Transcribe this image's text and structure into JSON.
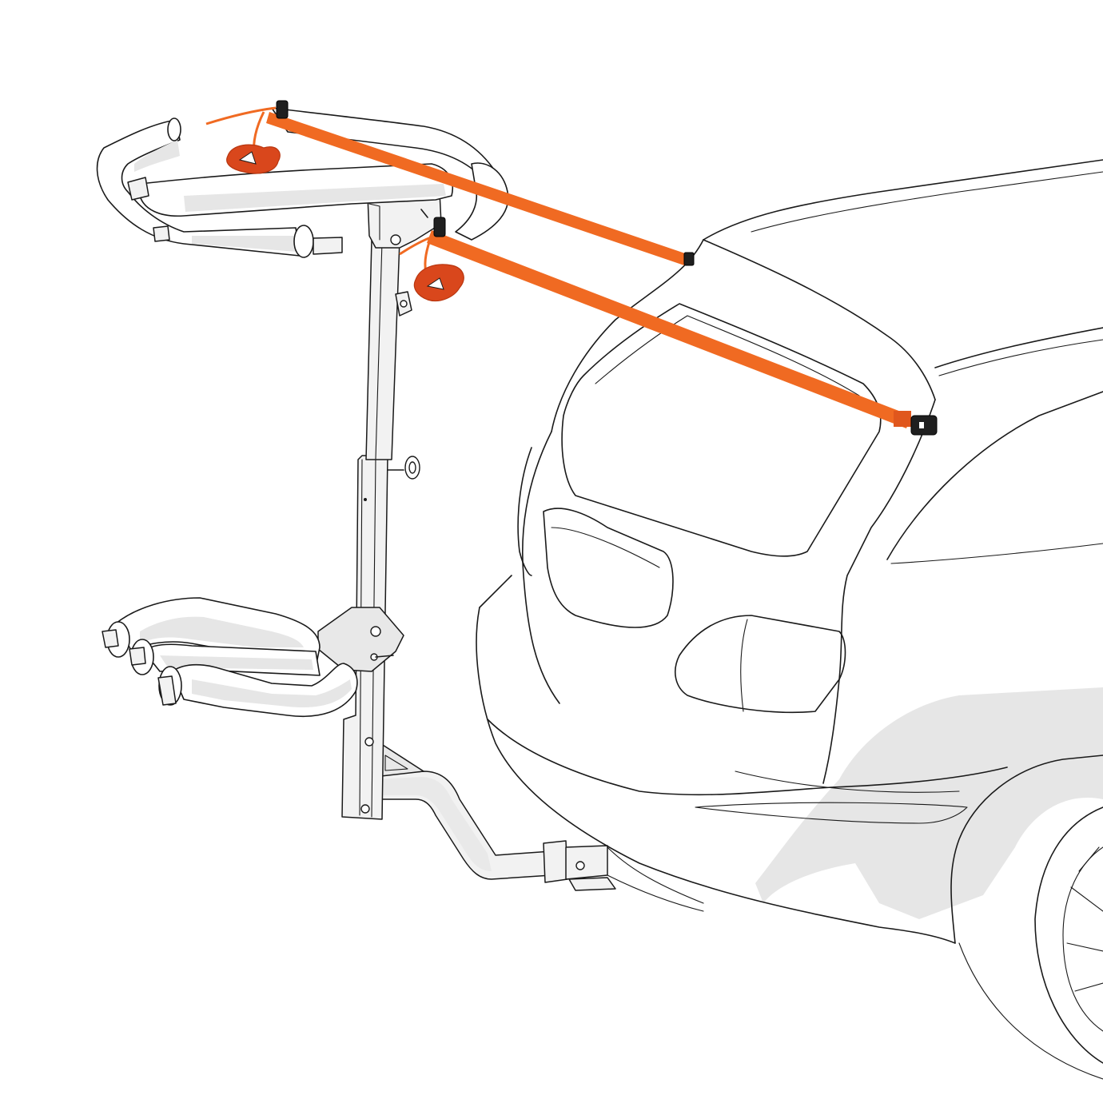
{
  "figure": {
    "description": "Hitch-mounted kayak/SUP carrier on a vehicle's rear receiver, with two orange cam straps tied from the upper cradle to the vehicle roof",
    "components": [
      {
        "id": "upper-cradle",
        "label": "Upper padded cradle arms"
      },
      {
        "id": "lower-cradle",
        "label": "Lower padded cradle arms"
      },
      {
        "id": "mast",
        "label": "Telescoping vertical mast"
      },
      {
        "id": "height-knob",
        "label": "Mast height adjustment knob"
      },
      {
        "id": "hitch-bar",
        "label": "Receiver hitch bar"
      },
      {
        "id": "strap-1",
        "label": "Cam strap (upper)"
      },
      {
        "id": "strap-2",
        "label": "Cam strap (lower)"
      },
      {
        "id": "strap-coil-1",
        "label": "Coiled strap tail (upper)"
      },
      {
        "id": "strap-coil-2",
        "label": "Coiled strap tail (lower)"
      },
      {
        "id": "vehicle",
        "label": "Vehicle rear (SUV / wagon)"
      }
    ]
  },
  "colors": {
    "background": "#ffffff",
    "line": "#1a1a1a",
    "pad_shade": "#e6e6e6",
    "strap": "#f06a22",
    "strap_coil": "#d9471c",
    "buckle": "#1f1f1f",
    "ground_shadow": "#e3e3e3"
  }
}
